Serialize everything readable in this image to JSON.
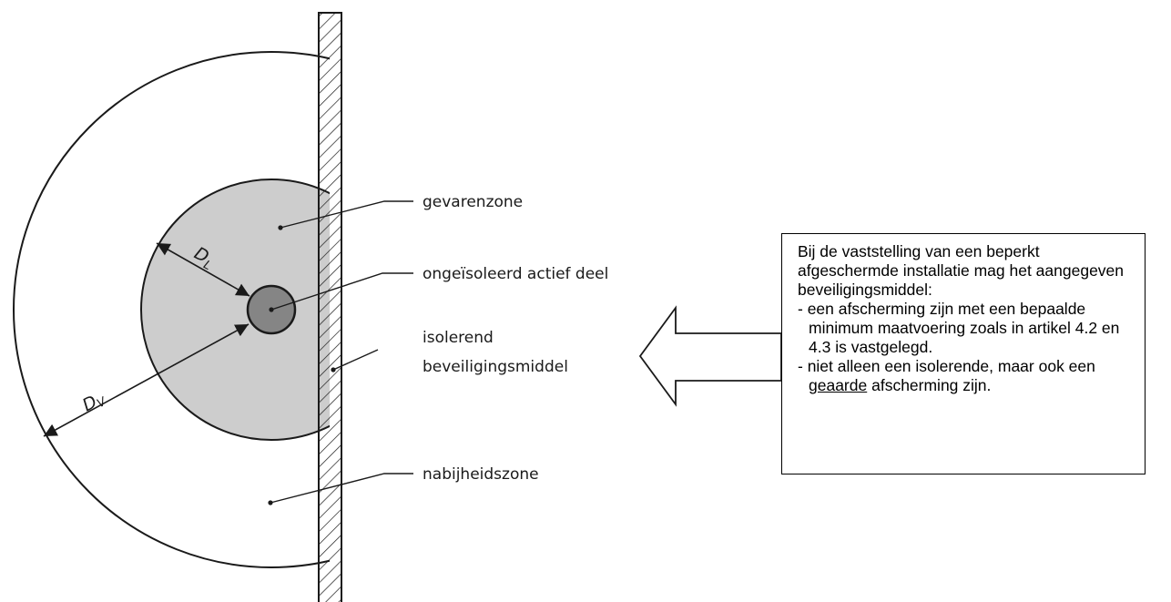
{
  "labels": {
    "danger_zone": "gevarenzone",
    "live_part": "ongeïsoleerd actief deel",
    "insulating_means_line1": "isolerend",
    "insulating_means_line2": "beveiligingsmiddel",
    "proximity_zone": "nabijheidszone"
  },
  "dimensions": {
    "dl_main": "D",
    "dl_sub": "L",
    "dv_main": "D",
    "dv_sub": "V"
  },
  "note": {
    "intro": "Bij de vaststelling van een beperkt afgeschermde installatie mag het aangegeven beveiligingsmiddel:",
    "item1": "- een afscherming zijn met een bepaalde minimum maatvoering zoals in artikel 4.2 en 4.3 is vastgelegd.",
    "item2_before": "- niet alleen een isolerende, maar ook een ",
    "item2_underlined": "geaarde",
    "item2_after": " afscherming zijn."
  },
  "colors": {
    "danger_zone_fill": "#cdcdcd",
    "live_part_fill": "#858585",
    "line": "#1a1a1a"
  }
}
